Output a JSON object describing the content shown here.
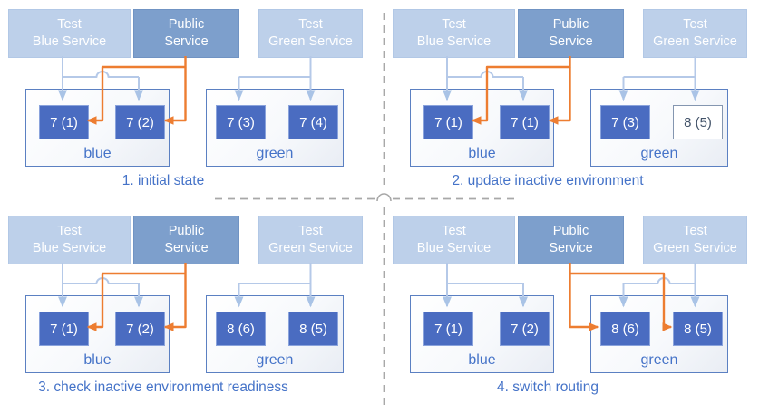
{
  "colors": {
    "light_service_fill": "#bdd0ea",
    "public_service_fill": "#7d9fcc",
    "pod_fill": "#4a6cc1",
    "pod_border": "#8aa3dc",
    "inactive_pod_border": "#8496b0",
    "inactive_pod_text": "#44546a",
    "environment_border": "#5b80c2",
    "caption_text": "#4573c8",
    "test_wire": "#b5c9e8",
    "public_wire": "#ed7d31",
    "divider": "#a8a8a8"
  },
  "panels": [
    {
      "caption": "1. initial state",
      "services": [
        {
          "line1": "Test",
          "line2": "Blue Service"
        },
        {
          "line1": "Public",
          "line2": "Service"
        },
        {
          "line1": "Test",
          "line2": "Green Service"
        }
      ],
      "blue_env": {
        "label": "blue",
        "pods": [
          {
            "label": "7 (1)"
          },
          {
            "label": "7 (2)"
          }
        ]
      },
      "green_env": {
        "label": "green",
        "pods": [
          {
            "label": "7 (3)"
          },
          {
            "label": "7 (4)"
          }
        ]
      },
      "public_routing": "blue"
    },
    {
      "caption": "2. update inactive environment",
      "services": [
        {
          "line1": "Test",
          "line2": "Blue Service"
        },
        {
          "line1": "Public",
          "line2": "Service"
        },
        {
          "line1": "Test",
          "line2": "Green Service"
        }
      ],
      "blue_env": {
        "label": "blue",
        "pods": [
          {
            "label": "7 (1)"
          },
          {
            "label": "7 (1)"
          }
        ]
      },
      "green_env": {
        "label": "green",
        "pods": [
          {
            "label": "7 (3)"
          },
          {
            "label": "8 (5)",
            "inactive": true
          }
        ]
      },
      "public_routing": "blue"
    },
    {
      "caption": "3. check inactive environment readiness",
      "services": [
        {
          "line1": "Test",
          "line2": "Blue Service"
        },
        {
          "line1": "Public",
          "line2": "Service"
        },
        {
          "line1": "Test",
          "line2": "Green Service"
        }
      ],
      "blue_env": {
        "label": "blue",
        "pods": [
          {
            "label": "7 (1)"
          },
          {
            "label": "7 (2)"
          }
        ]
      },
      "green_env": {
        "label": "green",
        "pods": [
          {
            "label": "8 (6)"
          },
          {
            "label": "8 (5)"
          }
        ]
      },
      "public_routing": "blue"
    },
    {
      "caption": "4. switch routing",
      "services": [
        {
          "line1": "Test",
          "line2": "Blue Service"
        },
        {
          "line1": "Public",
          "line2": "Service"
        },
        {
          "line1": "Test",
          "line2": "Green Service"
        }
      ],
      "blue_env": {
        "label": "blue",
        "pods": [
          {
            "label": "7 (1)"
          },
          {
            "label": "7 (2)"
          }
        ]
      },
      "green_env": {
        "label": "green",
        "pods": [
          {
            "label": "8 (6)"
          },
          {
            "label": "8 (5)"
          }
        ]
      },
      "public_routing": "green"
    }
  ]
}
